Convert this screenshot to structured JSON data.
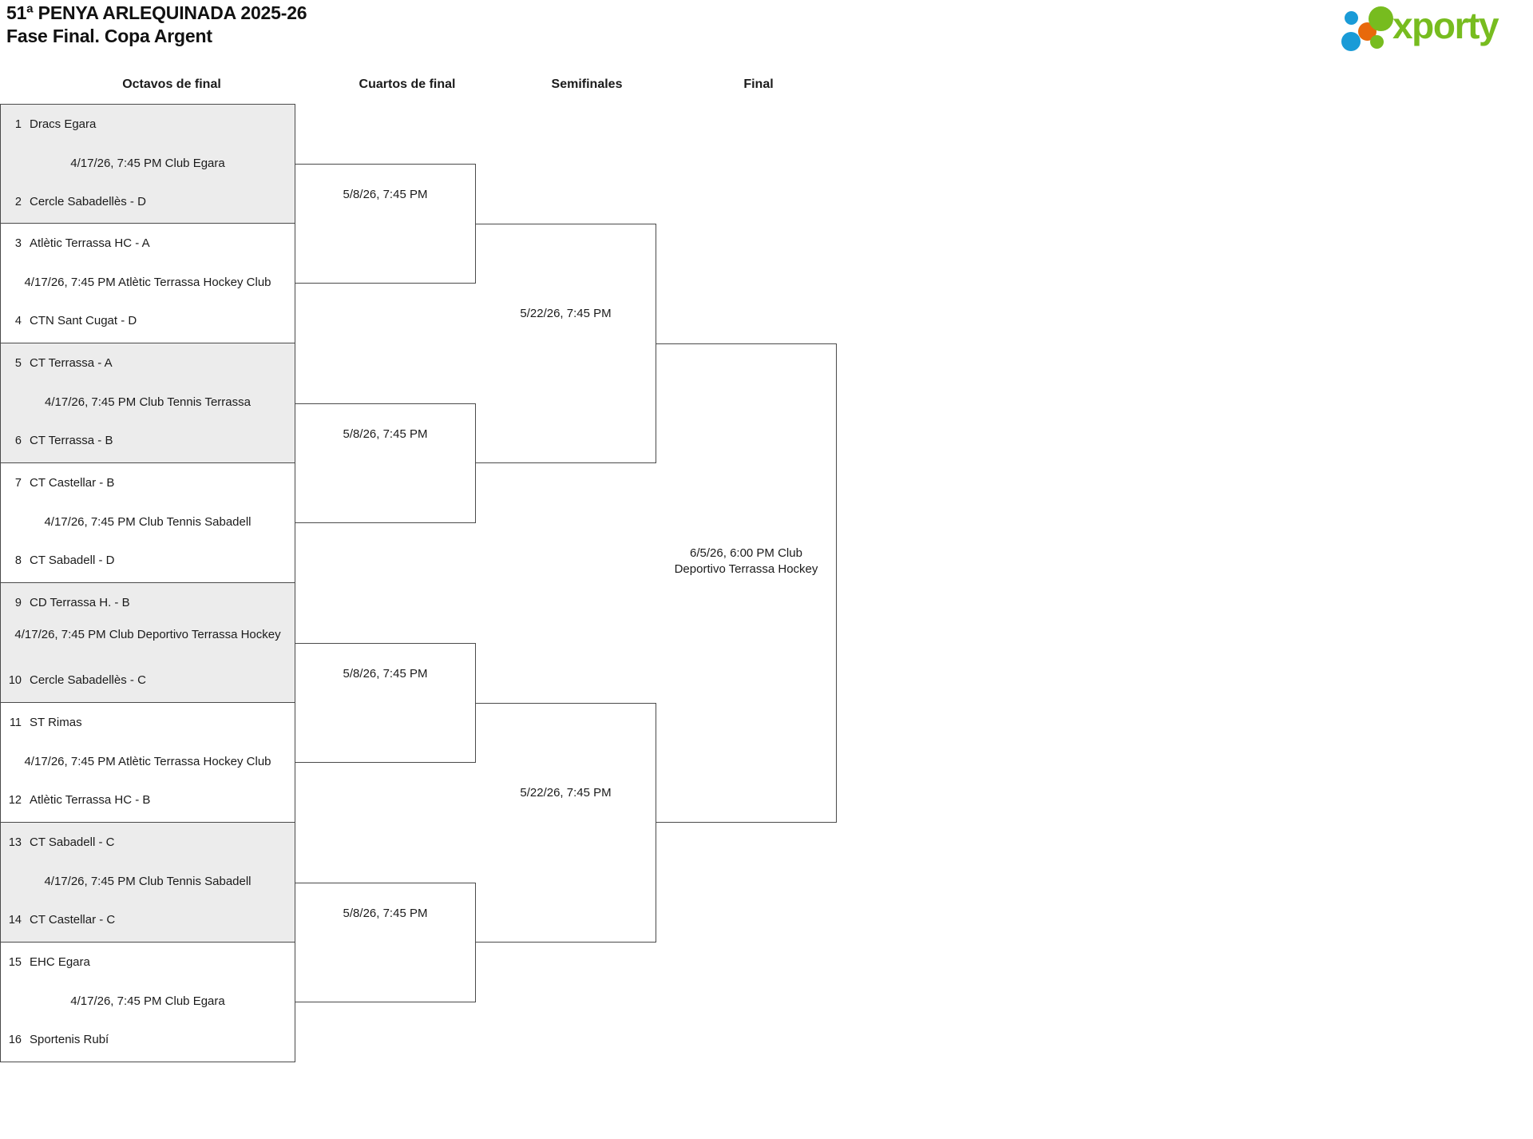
{
  "header": {
    "title_line1": "51ª PENYA ARLEQUINADA 2025-26",
    "title_line2": "Fase Final. Copa Argent",
    "logo_text": "xporty",
    "brand_green": "#77bc1f",
    "brand_blue": "#1a9bd7",
    "brand_orange": "#e8690b"
  },
  "rounds": [
    {
      "label": "Octavos de final"
    },
    {
      "label": "Cuartos de final"
    },
    {
      "label": "Semifinales"
    },
    {
      "label": "Final"
    }
  ],
  "round_of_16": [
    {
      "top": {
        "seed": "1",
        "name": "Dracs Egara"
      },
      "bottom": {
        "seed": "2",
        "name": "Cercle Sabadellès - D"
      },
      "info": "4/17/26, 7:45 PM Club Egara"
    },
    {
      "top": {
        "seed": "3",
        "name": "Atlètic Terrassa HC - A"
      },
      "bottom": {
        "seed": "4",
        "name": "CTN Sant Cugat - D"
      },
      "info": "4/17/26, 7:45 PM Atlètic Terrassa Hockey Club"
    },
    {
      "top": {
        "seed": "5",
        "name": "CT Terrassa - A"
      },
      "bottom": {
        "seed": "6",
        "name": "CT Terrassa - B"
      },
      "info": "4/17/26, 7:45 PM Club Tennis Terrassa"
    },
    {
      "top": {
        "seed": "7",
        "name": "CT Castellar - B"
      },
      "bottom": {
        "seed": "8",
        "name": "CT Sabadell - D"
      },
      "info": "4/17/26, 7:45 PM Club Tennis Sabadell"
    },
    {
      "top": {
        "seed": "9",
        "name": "CD Terrassa H. - B"
      },
      "bottom": {
        "seed": "10",
        "name": "Cercle Sabadellès - C"
      },
      "info": "4/17/26, 7:45 PM Club Deportivo Terrassa Hockey"
    },
    {
      "top": {
        "seed": "11",
        "name": "ST Rimas"
      },
      "bottom": {
        "seed": "12",
        "name": "Atlètic Terrassa HC - B"
      },
      "info": "4/17/26, 7:45 PM Atlètic Terrassa Hockey Club"
    },
    {
      "top": {
        "seed": "13",
        "name": "CT Sabadell - C"
      },
      "bottom": {
        "seed": "14",
        "name": "CT Castellar - C"
      },
      "info": "4/17/26, 7:45 PM Club Tennis Sabadell"
    },
    {
      "top": {
        "seed": "15",
        "name": "EHC Egara"
      },
      "bottom": {
        "seed": "16",
        "name": "Sportenis Rubí"
      },
      "info": "4/17/26, 7:45 PM Club Egara"
    }
  ],
  "quarter_finals": [
    {
      "info": "5/8/26, 7:45 PM"
    },
    {
      "info": "5/8/26, 7:45 PM"
    },
    {
      "info": "5/8/26, 7:45 PM"
    },
    {
      "info": "5/8/26, 7:45 PM"
    }
  ],
  "semi_finals": [
    {
      "info": "5/22/26, 7:45 PM"
    },
    {
      "info": "5/22/26, 7:45 PM"
    }
  ],
  "final": [
    {
      "info": "6/5/26, 6:00 PM Club Deportivo Terrassa Hockey"
    }
  ]
}
